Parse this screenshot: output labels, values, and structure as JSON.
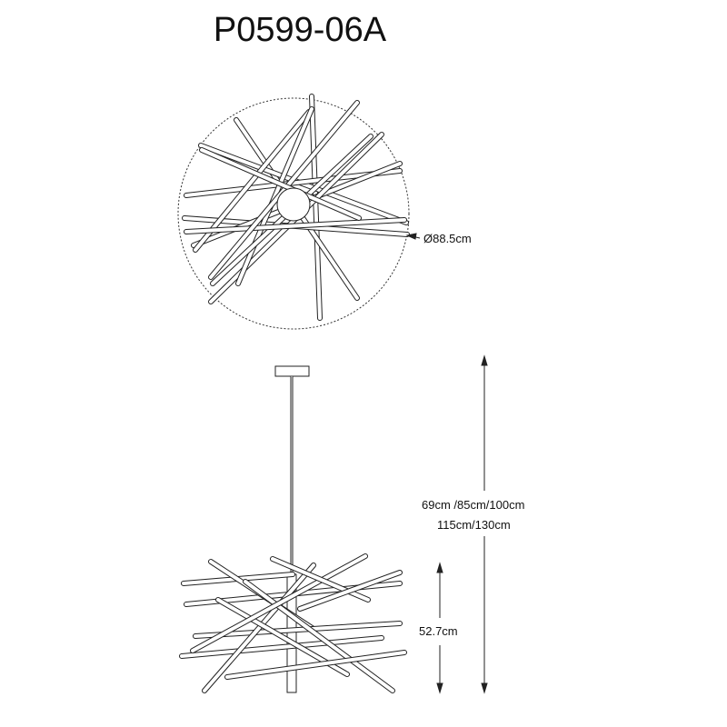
{
  "title": "P0599-06A",
  "dimensions": {
    "diameter": "Ø88.5cm",
    "drop_line1": "69cm /85cm/100cm",
    "drop_line2": "115cm/130cm",
    "body_height": "52.7cm"
  }
}
